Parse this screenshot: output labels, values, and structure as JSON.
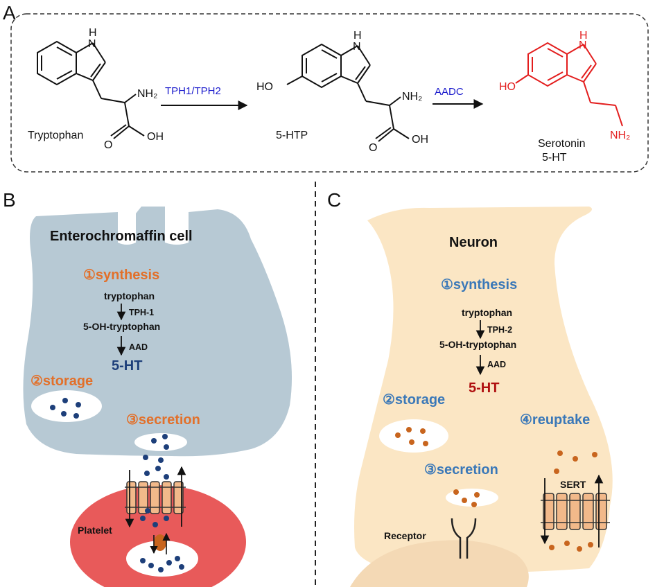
{
  "panel_a": {
    "letter": "A",
    "tryptophan": {
      "name": "Tryptophan",
      "nh": "H",
      "n": "N",
      "nh2": "NH₂",
      "oh": "OH",
      "o": "O"
    },
    "enzyme1": "TPH1/TPH2",
    "htp": {
      "name": "5-HTP",
      "ho": "HO",
      "nh": "H",
      "n": "N",
      "nh2": "NH₂",
      "oh": "OH",
      "o": "O"
    },
    "enzyme2": "AADC",
    "serotonin": {
      "name": "Serotonin",
      "abbr": "5-HT",
      "ho": "HO",
      "nh": "H",
      "n": "N",
      "nh2": "NH₂"
    }
  },
  "panel_b": {
    "letter": "B",
    "title": "Enterochromaffin cell",
    "synthesis": "①synthesis",
    "pathway": {
      "substrate": "tryptophan",
      "enzyme1": "TPH-1",
      "intermediate": "5-OH-tryptophan",
      "enzyme2": "AAD",
      "product": "5-HT"
    },
    "storage": "②storage",
    "secretion": "③secretion",
    "platelet": "Platelet"
  },
  "panel_c": {
    "letter": "C",
    "title": "Neuron",
    "synthesis": "①synthesis",
    "pathway": {
      "substrate": "tryptophan",
      "enzyme1": "TPH-2",
      "intermediate": "5-OH-tryptophan",
      "enzyme2": "AAD",
      "product": "5-HT"
    },
    "storage": "②storage",
    "reuptake": "④reuptake",
    "secretion": "③secretion",
    "sert": "SERT",
    "receptor": "Receptor"
  },
  "colors": {
    "serotonin_red": "#e31d1d",
    "enzyme_blue": "#1a1acc",
    "ec_cell": "#b7c9d4",
    "neuron": "#fbe6c4",
    "platelet": "#e85a5a",
    "step_orange": "#e2702a",
    "step_blue": "#3a78b8",
    "vesicle_dot_b": "#1d3f7a",
    "vesicle_dot_c": "#c8651e",
    "transporter": "#f2b98a"
  }
}
